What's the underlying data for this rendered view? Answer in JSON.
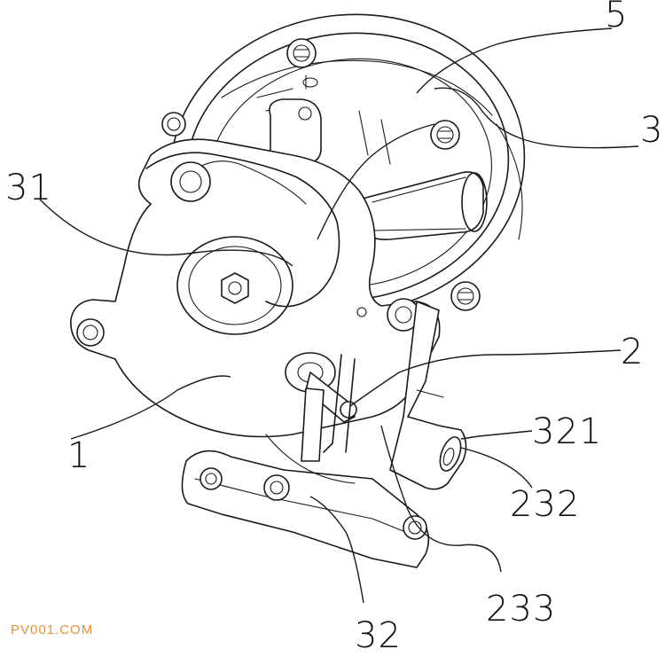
{
  "labels": {
    "l5": "5",
    "l3": "3",
    "l31": "31",
    "l2": "2",
    "l321": "321",
    "l1": "1",
    "l232": "232",
    "l233": "233",
    "l32": "32"
  },
  "watermark": "PV001.COM"
}
